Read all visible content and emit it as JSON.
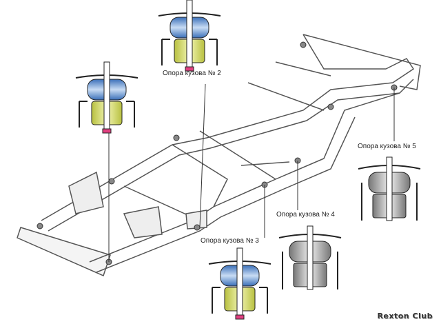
{
  "labels": {
    "mount2": "Опора кузова № 2",
    "mount3": "Опора кузова № 3",
    "mount4": "Опора кузова № 4",
    "mount5": "Опора кузова № 5"
  },
  "watermark": "Rexton Club",
  "colors": {
    "bushing_upper": "#6f9fd8",
    "bushing_lower": "#d8e07a",
    "frame": "#555555",
    "accent": "#e04080"
  }
}
